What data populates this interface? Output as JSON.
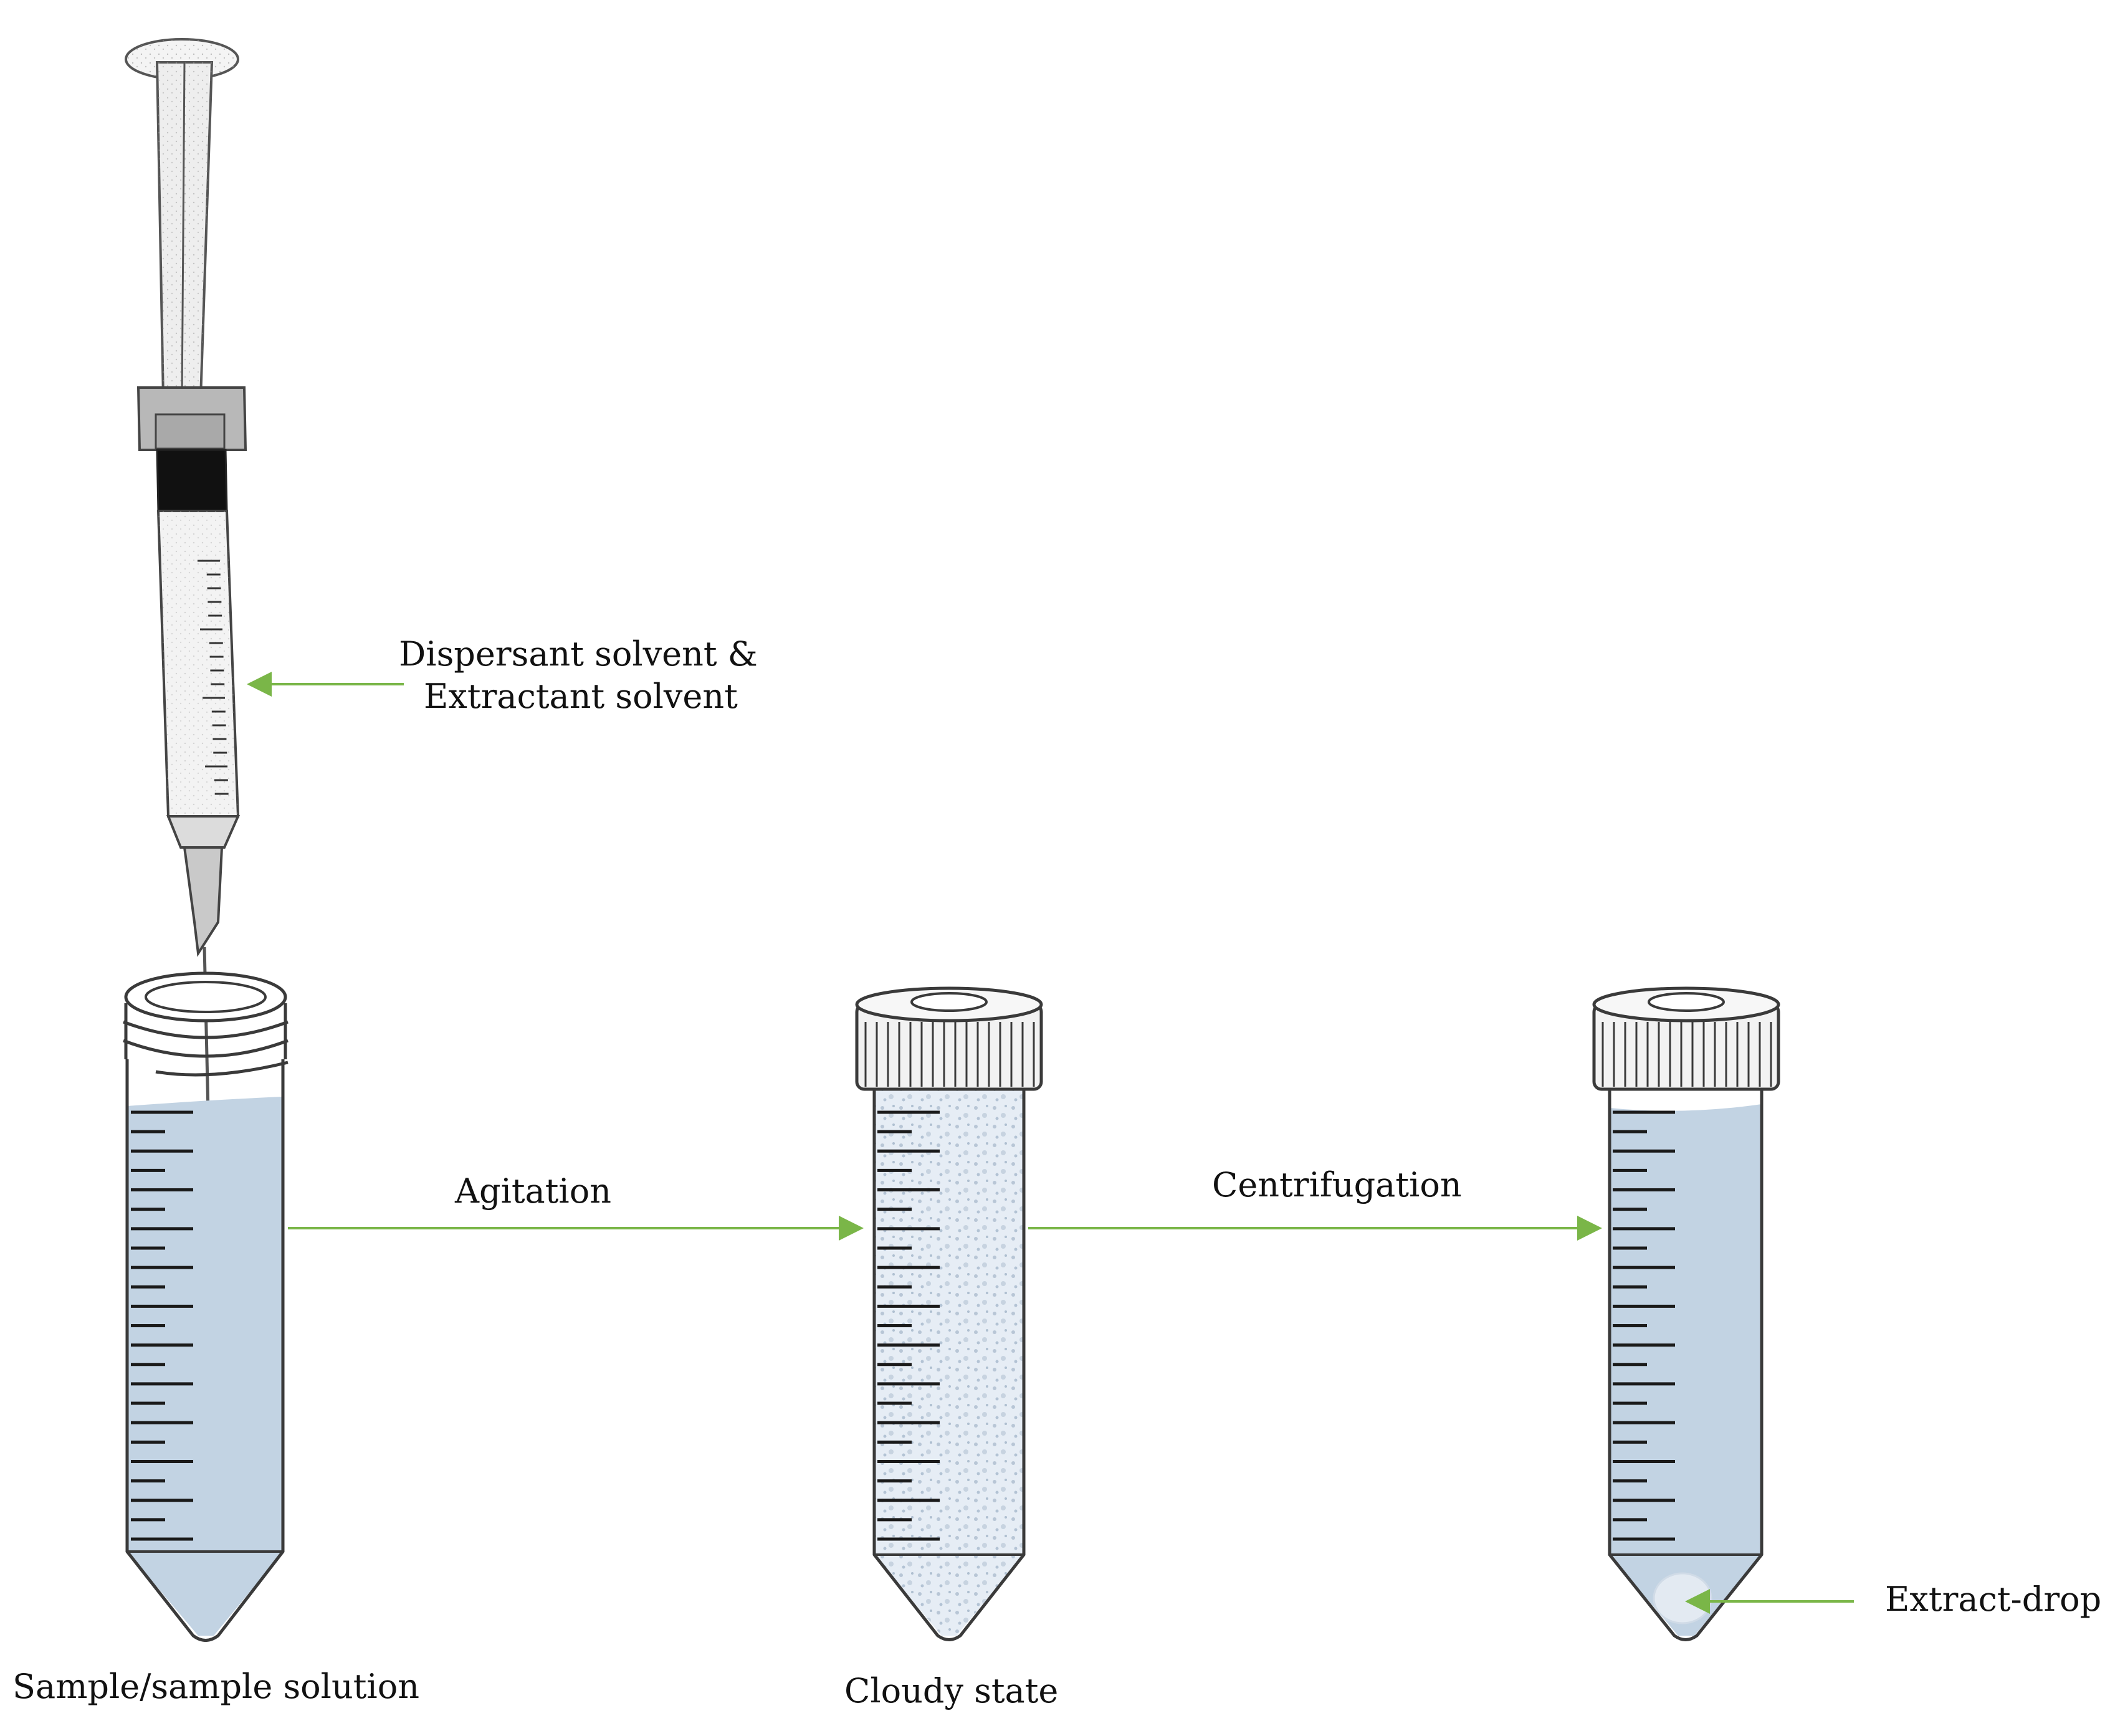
{
  "labels": {
    "syringe_line1": "Dispersant solvent &",
    "syringe_line2": "Extractant solvent",
    "agitation": "Agitation",
    "centrifugation": "Centrifugation",
    "sample": "Sample/sample solution",
    "cloudy": "Cloudy state",
    "extract_drop": "Extract-drop"
  },
  "colors": {
    "liquid": "#c2d3e3",
    "cloudy_liquid": "#e6edf5",
    "arrow": "#7ab648",
    "outline": "#3a3a3a",
    "grad_mark": "#1a1a1a",
    "cap_fill": "#f2f2f2",
    "syringe_black": "#111111",
    "syringe_grey": "#cfcfcf"
  }
}
